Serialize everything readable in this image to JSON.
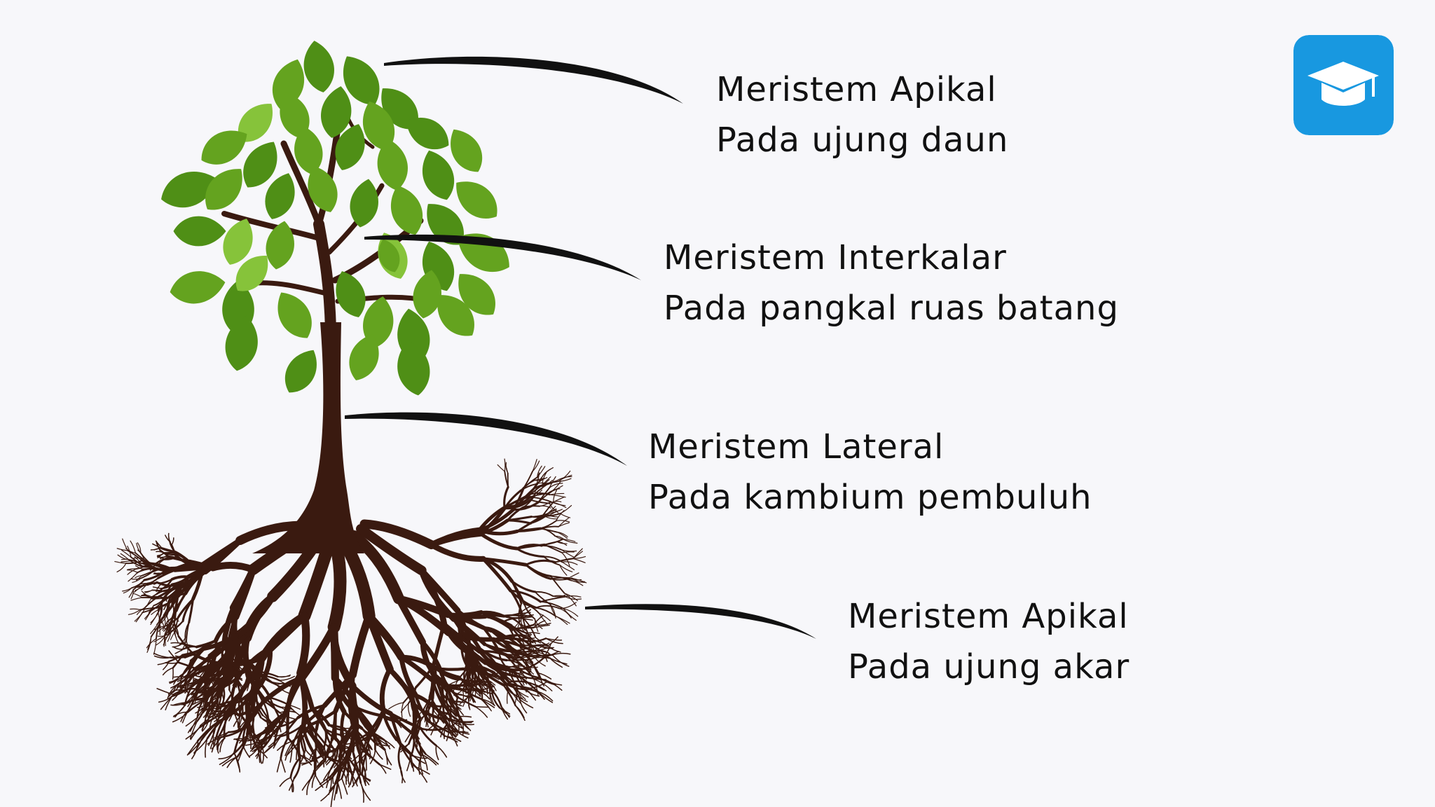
{
  "colors": {
    "background": "#f7f7fa",
    "text": "#111111",
    "trunk": "#3a1a10",
    "leaf_dark": "#4f8f16",
    "leaf_mid": "#64a31f",
    "leaf_light": "#86c33a",
    "logo_bg": "#1898e0"
  },
  "labels": [
    {
      "title": "Meristem Apikal",
      "subtitle": "Pada ujung daun"
    },
    {
      "title": "Meristem Interkalar",
      "subtitle": "Pada pangkal ruas batang"
    },
    {
      "title": "Meristem Lateral",
      "subtitle": "Pada kambium pembuluh"
    },
    {
      "title": "Meristem Apikal",
      "subtitle": "Pada ujung akar"
    }
  ],
  "logo": {
    "icon": "graduation-cap-icon"
  }
}
